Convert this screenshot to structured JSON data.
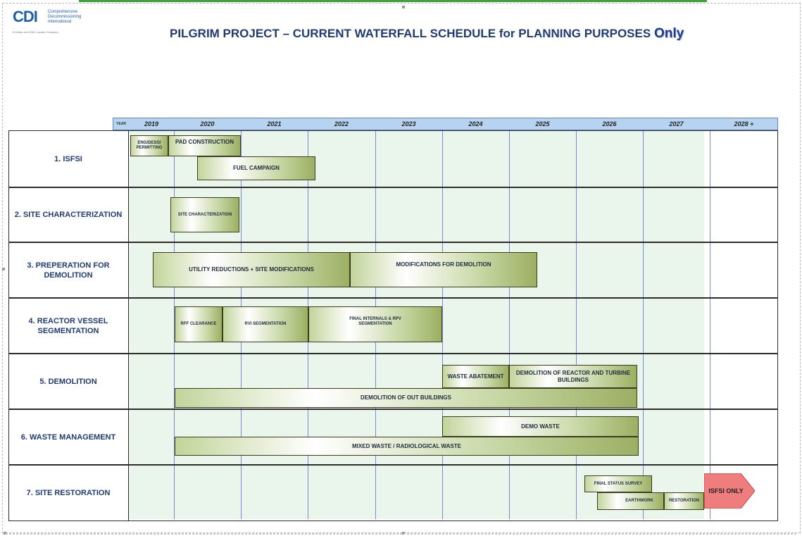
{
  "logo": {
    "mark": "CDI",
    "name": "Comprehensive Decommissioning International",
    "subline": "A Holtec and SNC-Lavalin Company"
  },
  "title": {
    "main": "PILGRIM PROJECT – CURRENT WATERFALL SCHEDULE for PLANNING PURPOSES",
    "emphasis": "Only"
  },
  "timeline": {
    "year_tag": "YEAR",
    "years": [
      "2019",
      "2020",
      "2021",
      "2022",
      "2023",
      "2024",
      "2025",
      "2026",
      "2027",
      "2028 +"
    ]
  },
  "rows": [
    {
      "label": "1. ISFSI"
    },
    {
      "label": "2. SITE CHARACTERIZATION"
    },
    {
      "label": "3. PREPERATION FOR DEMOLITION"
    },
    {
      "label": "4. REACTOR VESSEL SEGMENTATION"
    },
    {
      "label": "5. DEMOLITION"
    },
    {
      "label": "6. WASTE MANAGEMENT"
    },
    {
      "label": "7. SITE RESTORATION"
    }
  ],
  "tasks": {
    "eng_permitting": "ENG/DESG/ PERMITTING",
    "pad_construction": "PAD CONSTRUCTION",
    "fuel_campaign": "FUEL CAMPAIGN",
    "site_characterization": "SITE CHARACTERIZATION",
    "utility_reductions": "UTILITY REDUCTIONS + SITE MODIFICATIONS",
    "modifications_demolition": "MODIFICATIONS FOR DEMOLITION",
    "rff_clearance": "RFF CLEARANCE",
    "rvi_segmentation": "RVI SEGMENTATION",
    "final_internals": "FINAL INTERNALS & RPV SEGMENTATION",
    "waste_abatement": "WASTE ABATEMENT",
    "demolition_reactor": "DEMOLITION OF REACTOR AND TURBINE BUILDINGS",
    "demolition_out_buildings": "DEMOLITION OF OUT BUILDINGS",
    "demo_waste": "DEMO WASTE",
    "mixed_waste": "MIXED WASTE / RADIOLOGICAL WASTE",
    "final_status_survey": "FINAL STATUS SURVEY",
    "earthwork": "EARTHWORK",
    "restoration": "RESTORATION",
    "isfsi_only": "ISFSI ONLY"
  },
  "colors": {
    "title": "#1f3b74",
    "task_green": "#9caf62",
    "isfsi_only_fill": "#f07d7d",
    "timeline_band": "#eaf6ec",
    "year_header": "#b7d3ef"
  }
}
